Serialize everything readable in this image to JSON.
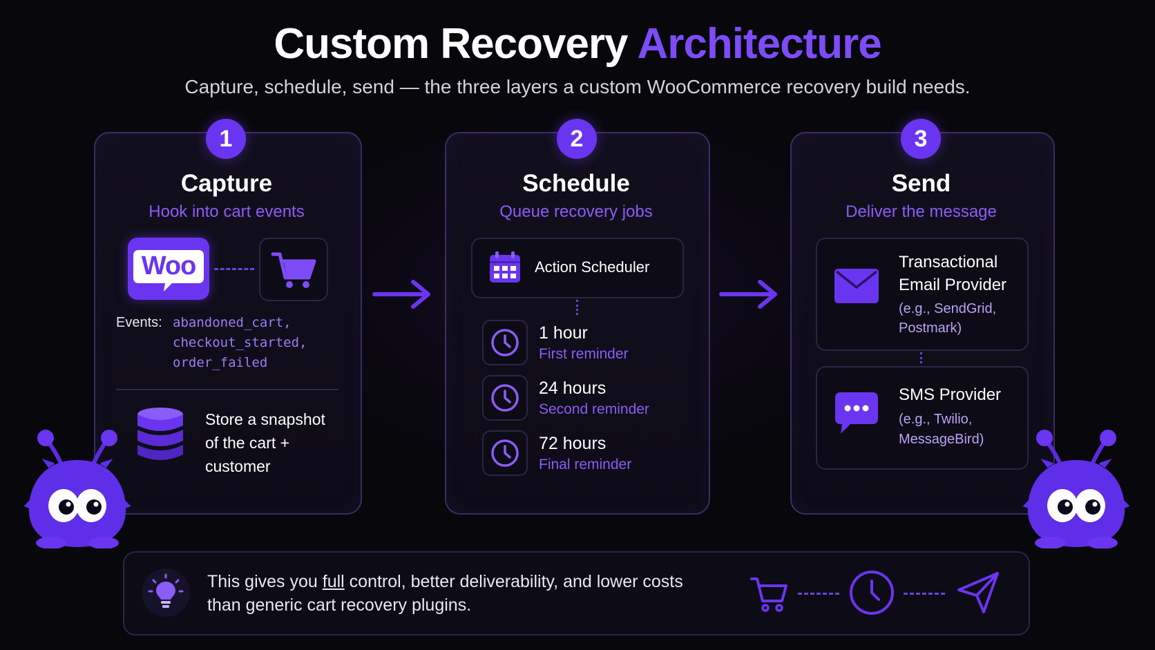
{
  "header": {
    "title_main": "Custom Recovery",
    "title_accent": "Architecture",
    "subtitle": "Capture, schedule, send — the three layers a custom WooCommerce recovery build needs."
  },
  "colors": {
    "accent": "#7d4cf7",
    "badge": "#6a35f0",
    "subtext": "#8b5cf6",
    "background": "#08070c"
  },
  "capture": {
    "number": "1",
    "title": "Capture",
    "subtitle": "Hook into cart events",
    "woo_logo": "Woo",
    "events_label": "Events:",
    "events": [
      "abandoned_cart,",
      "checkout_started,",
      "order_failed"
    ],
    "store_text": [
      "Store a snapshot",
      "of the cart +",
      "customer"
    ],
    "icons": [
      "woo-logo",
      "cart-icon",
      "database-icon"
    ]
  },
  "schedule": {
    "number": "2",
    "title": "Schedule",
    "subtitle": "Queue recovery jobs",
    "scheduler_label": "Action Scheduler",
    "steps": [
      {
        "time": "1 hour",
        "label": "First reminder"
      },
      {
        "time": "24 hours",
        "label": "Second reminder"
      },
      {
        "time": "72 hours",
        "label": "Final reminder"
      }
    ]
  },
  "send": {
    "number": "3",
    "title": "Send",
    "subtitle": "Deliver the message",
    "email": {
      "title_1": "Transactional",
      "title_2": "Email Provider",
      "example_1": "(e.g., SendGrid,",
      "example_2": "Postmark)"
    },
    "sms": {
      "title": "SMS Provider",
      "example_1": "(e.g., Twilio,",
      "example_2": "MessageBird)"
    }
  },
  "footer": {
    "text_pre": "This gives you ",
    "text_underline": "full",
    "text_post": " control, better deliverability, and lower costs",
    "text_line2": "than generic cart recovery plugins.",
    "icons": [
      "lightbulb-icon",
      "cart-icon",
      "clock-icon",
      "send-icon"
    ]
  }
}
